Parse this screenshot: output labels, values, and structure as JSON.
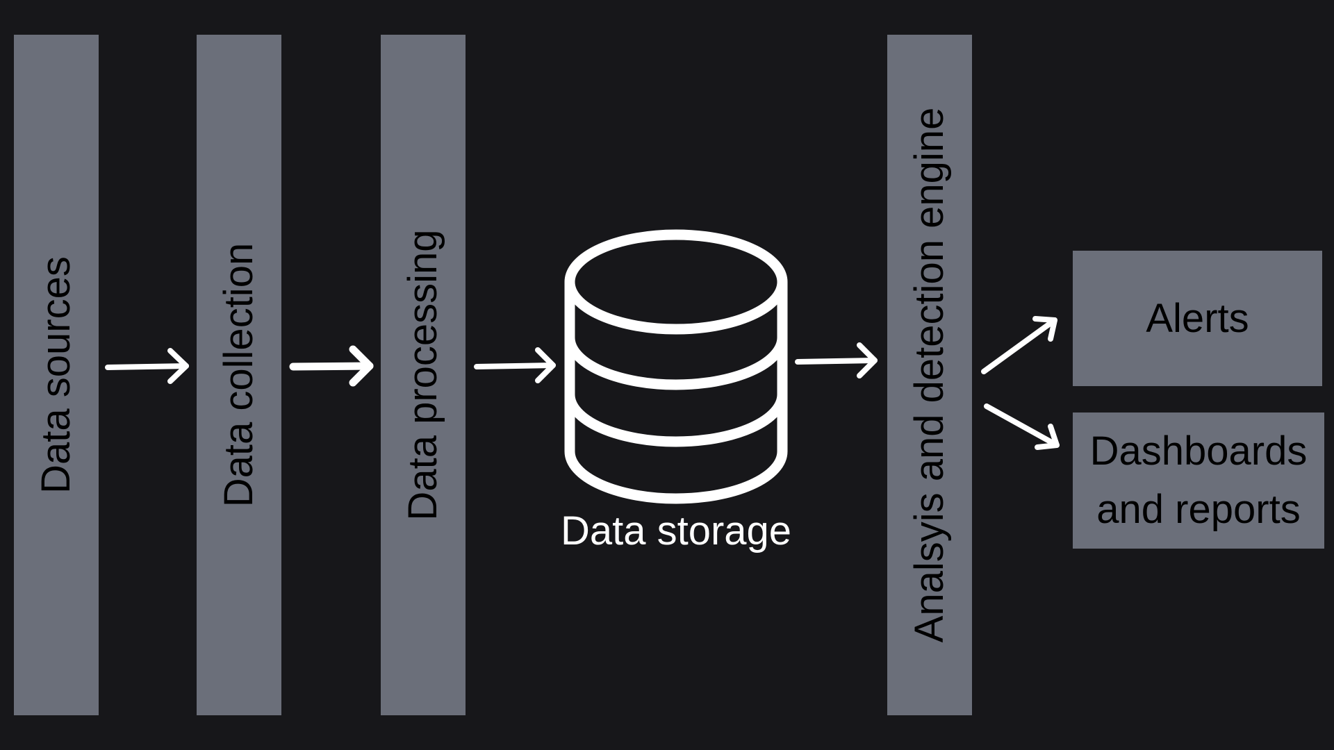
{
  "diagram": {
    "stages": [
      {
        "id": "data-sources",
        "label": "Data sources"
      },
      {
        "id": "data-collection",
        "label": "Data collection"
      },
      {
        "id": "data-processing",
        "label": "Data processing"
      },
      {
        "id": "data-storage",
        "label": "Data storage",
        "icon": "database-icon"
      },
      {
        "id": "analysis-engine",
        "label": "Analsyis and detection engine"
      }
    ],
    "outputs": [
      {
        "id": "alerts",
        "label": "Alerts"
      },
      {
        "id": "dashboards",
        "label": "Dashboards\nand reports"
      }
    ],
    "edges": [
      {
        "from": "data-sources",
        "to": "data-collection"
      },
      {
        "from": "data-collection",
        "to": "data-processing"
      },
      {
        "from": "data-processing",
        "to": "data-storage"
      },
      {
        "from": "data-storage",
        "to": "analysis-engine"
      },
      {
        "from": "analysis-engine",
        "to": "alerts"
      },
      {
        "from": "analysis-engine",
        "to": "dashboards"
      }
    ],
    "colors": {
      "background": "#17171a",
      "block": "#6b6f7a",
      "block_text": "#000000",
      "arrow": "#ffffff",
      "icon": "#ffffff"
    }
  }
}
